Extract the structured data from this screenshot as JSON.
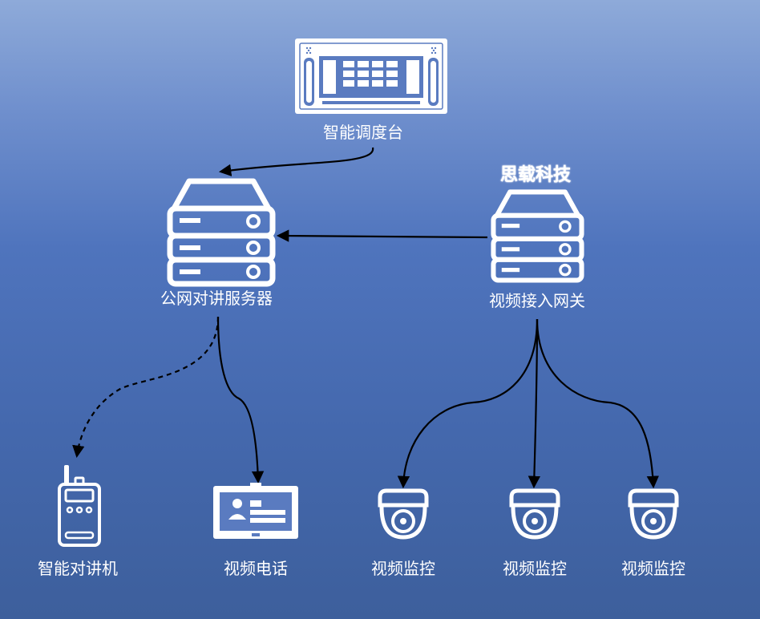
{
  "brand": "思载科技",
  "colors": {
    "icon": "#ffffff",
    "line": "#000000",
    "bg_top": "#8eaad9",
    "bg_bottom": "#3d5f9c"
  },
  "nodes": {
    "dispatch_console": {
      "label": "智能调度台",
      "icon": "dispatch-console-icon"
    },
    "ptt_server": {
      "label": "公网对讲服务器",
      "icon": "server-icon"
    },
    "video_gateway": {
      "label": "视频接入网关",
      "icon": "server-icon"
    },
    "smart_radio": {
      "label": "智能对讲机",
      "icon": "walkie-talkie-icon"
    },
    "video_phone": {
      "label": "视频电话",
      "icon": "video-phone-icon"
    },
    "camera_1": {
      "label": "视频监控",
      "icon": "dome-camera-icon"
    },
    "camera_2": {
      "label": "视频监控",
      "icon": "dome-camera-icon"
    },
    "camera_3": {
      "label": "视频监控",
      "icon": "dome-camera-icon"
    }
  },
  "edges": [
    {
      "from": "dispatch_console",
      "to": "ptt_server",
      "style": "solid"
    },
    {
      "from": "video_gateway",
      "to": "ptt_server",
      "style": "solid"
    },
    {
      "from": "ptt_server",
      "to": "smart_radio",
      "style": "dashed"
    },
    {
      "from": "ptt_server",
      "to": "video_phone",
      "style": "solid"
    },
    {
      "from": "video_gateway",
      "to": "camera_1",
      "style": "solid"
    },
    {
      "from": "video_gateway",
      "to": "camera_2",
      "style": "solid"
    },
    {
      "from": "video_gateway",
      "to": "camera_3",
      "style": "solid"
    }
  ]
}
